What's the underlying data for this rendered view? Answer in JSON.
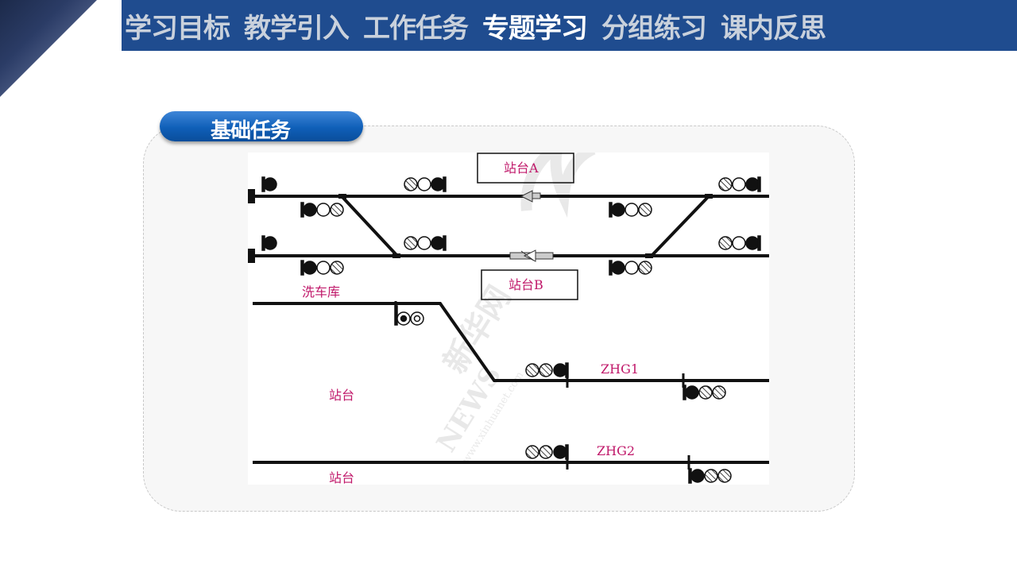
{
  "nav": {
    "items": [
      {
        "label": "学习目标",
        "active": false
      },
      {
        "label": "教学引入",
        "active": false
      },
      {
        "label": "工作任务",
        "active": false
      },
      {
        "label": "专题学习",
        "active": true
      },
      {
        "label": "分组练习",
        "active": false
      },
      {
        "label": "课内反思",
        "active": false
      }
    ]
  },
  "section": {
    "title": "基础任务"
  },
  "diagram": {
    "platform_a": "站台A",
    "platform_b": "站台B",
    "wash_depot": "洗车库",
    "track_zhg1": "ZHG1",
    "track_zhg2": "ZHG2",
    "platform_1": "站台",
    "platform_2": "站台"
  },
  "watermark": {
    "text_1": "新华网",
    "text_2": "NEWS",
    "text_3": "www.xinhuanet.com"
  },
  "colors": {
    "nav_bg": "#1f4c8f",
    "nav_text": "#c9d1dc",
    "nav_active": "#ffffff",
    "label_magenta": "#c0186a",
    "track": "#111111"
  }
}
